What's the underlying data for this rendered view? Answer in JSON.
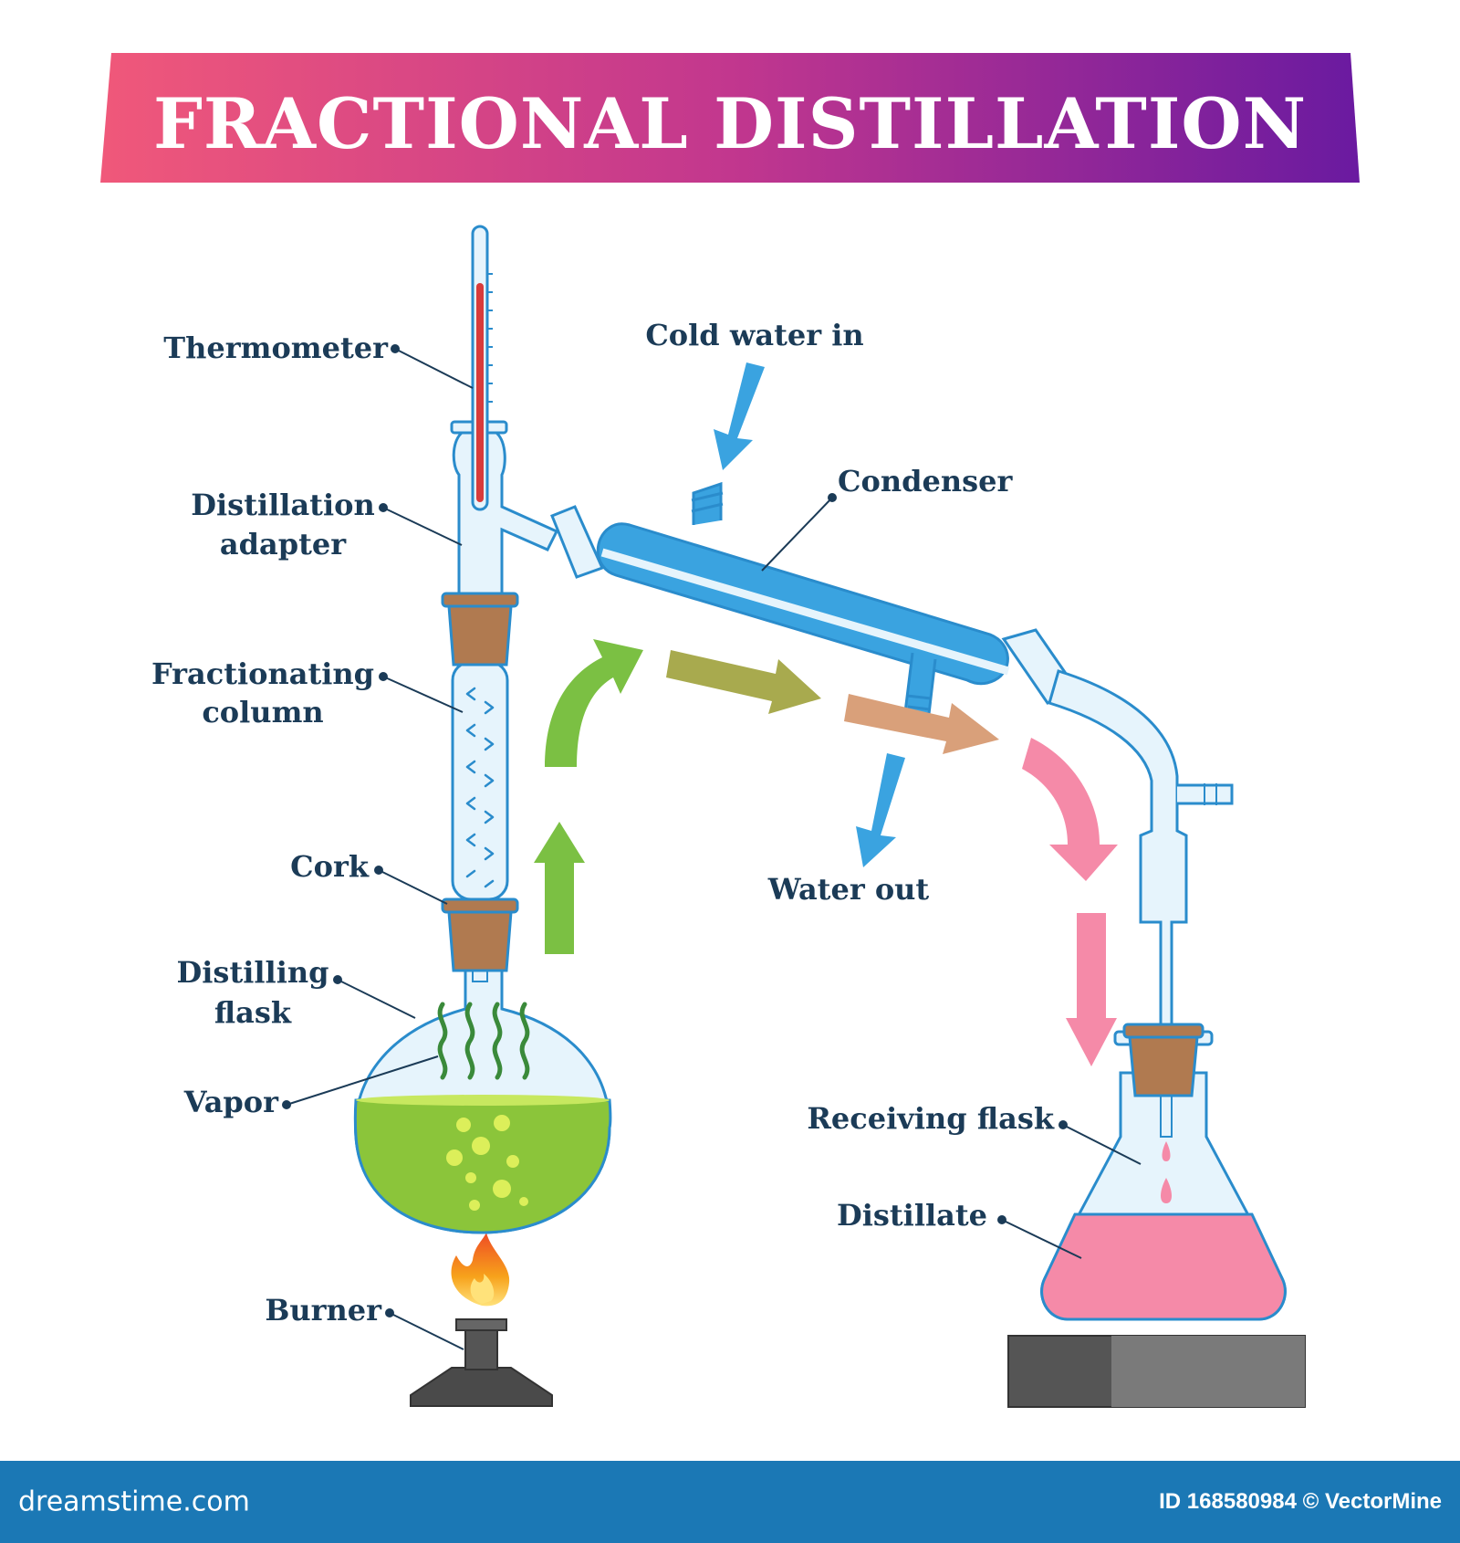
{
  "title": "FRACTIONAL DISTILLATION",
  "labels": {
    "thermometer": "Thermometer",
    "distillation_adapter_1": "Distillation",
    "distillation_adapter_2": "adapter",
    "fractionating_column_1": "Fractionating",
    "fractionating_column_2": "column",
    "cork": "Cork",
    "distilling_flask_1": "Distilling",
    "distilling_flask_2": "flask",
    "vapor": "Vapor",
    "burner": "Burner",
    "cold_water_in": "Cold water in",
    "condenser": "Condenser",
    "water_out": "Water out",
    "receiving_flask": "Receiving flask",
    "distillate": "Distillate"
  },
  "footer": {
    "site": "dreamstime.com",
    "credit": "ID 168580984 © VectorMine"
  },
  "colors": {
    "banner_start": "#f0587a",
    "banner_end": "#6a1aa0",
    "label": "#1b3b57",
    "glass_outline": "#2a8ccc",
    "glass_fill": "#e6f4fc",
    "condenser_water": "#3aa3e0",
    "cork": "#b07a50",
    "liquid_green": "#8bc53a",
    "distillate_pink": "#f58aa8",
    "flame": "#f7a21b",
    "burner": "#4a4a4a",
    "footer": "#1b78b5"
  }
}
